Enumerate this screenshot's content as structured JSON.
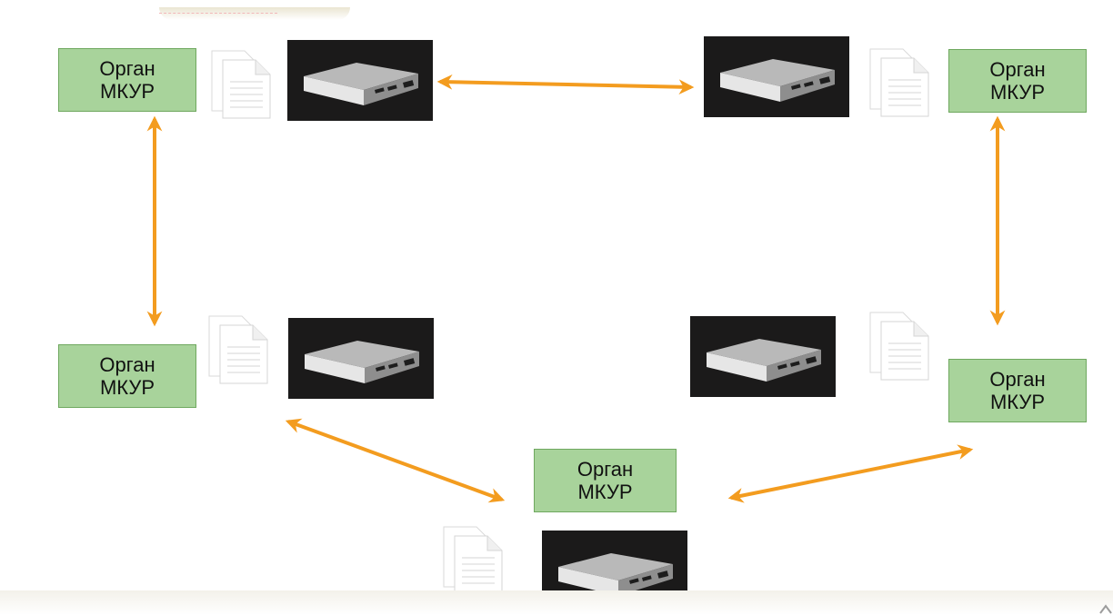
{
  "nodes": [
    {
      "id": "top-left",
      "label_line1": "Орган",
      "label_line2": "МКУР"
    },
    {
      "id": "top-right",
      "label_line1": "Орган",
      "label_line2": "МКУР"
    },
    {
      "id": "middle-left",
      "label_line1": "Орган",
      "label_line2": "МКУР"
    },
    {
      "id": "middle-right",
      "label_line1": "Орган",
      "label_line2": "МКУР"
    },
    {
      "id": "bottom-center",
      "label_line1": "Орган",
      "label_line2": "МКУР"
    }
  ],
  "icons": {
    "device": "mini-pc-device-icon",
    "documents": "documents-icon",
    "arrow": "bidirectional-arrow"
  },
  "colors": {
    "organ_fill": "#a8d39b",
    "organ_border": "#6fa85f",
    "arrow": "#f39c1f",
    "device_bg": "#1b1a1a"
  }
}
